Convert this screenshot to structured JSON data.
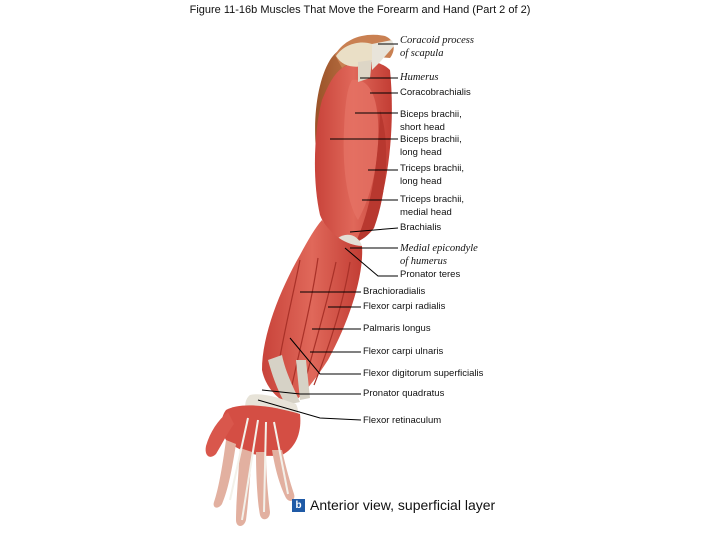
{
  "title": "Figure 11-16b  Muscles That Move the Forearm and Hand (Part 2 of 2)",
  "labels": [
    {
      "id": "coracoid",
      "lines": [
        "Coracoid process",
        "of scapula"
      ],
      "italic": true
    },
    {
      "id": "humerus",
      "lines": [
        "Humerus"
      ],
      "italic": true
    },
    {
      "id": "coracobrachialis",
      "lines": [
        "Coracobrachialis"
      ],
      "italic": false
    },
    {
      "id": "biceps-short",
      "lines": [
        "Biceps brachii,",
        "short head"
      ],
      "italic": false
    },
    {
      "id": "biceps-long",
      "lines": [
        "Biceps brachii,",
        "long head"
      ],
      "italic": false
    },
    {
      "id": "triceps-long",
      "lines": [
        "Triceps brachii,",
        "long head"
      ],
      "italic": false
    },
    {
      "id": "triceps-medial",
      "lines": [
        "Triceps brachii,",
        "medial head"
      ],
      "italic": false
    },
    {
      "id": "brachialis",
      "lines": [
        "Brachialis"
      ],
      "italic": false
    },
    {
      "id": "medial-epicondyle",
      "lines": [
        "Medial epicondyle",
        "of humerus"
      ],
      "italic": true
    },
    {
      "id": "pronator-teres",
      "lines": [
        "Pronator teres"
      ],
      "italic": false
    },
    {
      "id": "brachioradialis",
      "lines": [
        "Brachioradialis"
      ],
      "italic": false
    },
    {
      "id": "flexor-carpi-radialis",
      "lines": [
        "Flexor carpi radialis"
      ],
      "italic": false
    },
    {
      "id": "palmaris-longus",
      "lines": [
        "Palmaris longus"
      ],
      "italic": false
    },
    {
      "id": "flexor-carpi-ulnaris",
      "lines": [
        "Flexor carpi ulnaris"
      ],
      "italic": false
    },
    {
      "id": "flexor-digitorum",
      "lines": [
        "Flexor digitorum superficialis"
      ],
      "italic": false
    },
    {
      "id": "pronator-quadratus",
      "lines": [
        "Pronator quadratus"
      ],
      "italic": false
    },
    {
      "id": "flexor-retinaculum",
      "lines": [
        "Flexor retinaculum"
      ],
      "italic": false
    }
  ],
  "caption": {
    "badge": "b",
    "text": "Anterior view, superficial layer"
  },
  "colors": {
    "muscle": "#d9564a",
    "muscle_dark": "#b8382f",
    "tendon": "#d8d8d0",
    "skin": "#b8683a",
    "bone": "#e9dcc0",
    "leader": "#000000"
  }
}
